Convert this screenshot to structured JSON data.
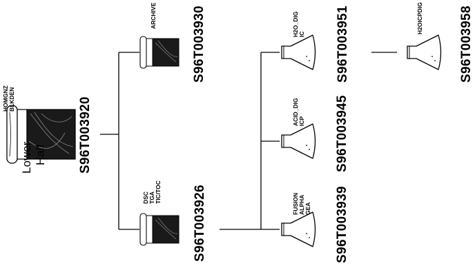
{
  "root": {
    "sample_id": "S96T003920",
    "tests": [
      "HOMGNZ",
      "BLKDEN"
    ],
    "half_label": [
      "Lower",
      "Half"
    ]
  },
  "jars": [
    {
      "sample_id": "S96T003930",
      "tests": [
        "ARCHIVE"
      ]
    },
    {
      "sample_id": "S96T003926",
      "tests": [
        "DSC",
        "TGA",
        "TIC/TOC"
      ]
    }
  ],
  "flasks": [
    {
      "sample_id": "S96T003951",
      "tests": [
        "H2O_DIG",
        "IC"
      ]
    },
    {
      "sample_id": "S96T003945",
      "tests": [
        "ACID_DIG",
        "ICP"
      ]
    },
    {
      "sample_id": "S96T003939",
      "tests": [
        "FUSION",
        "ALPHA",
        "GEA"
      ]
    },
    {
      "sample_id": "S96T003958",
      "tests": [
        "H2OICPDIG"
      ]
    }
  ],
  "colors": {
    "ink": "#000000",
    "paper": "#ffffff",
    "fill": "#1a1a1a"
  }
}
